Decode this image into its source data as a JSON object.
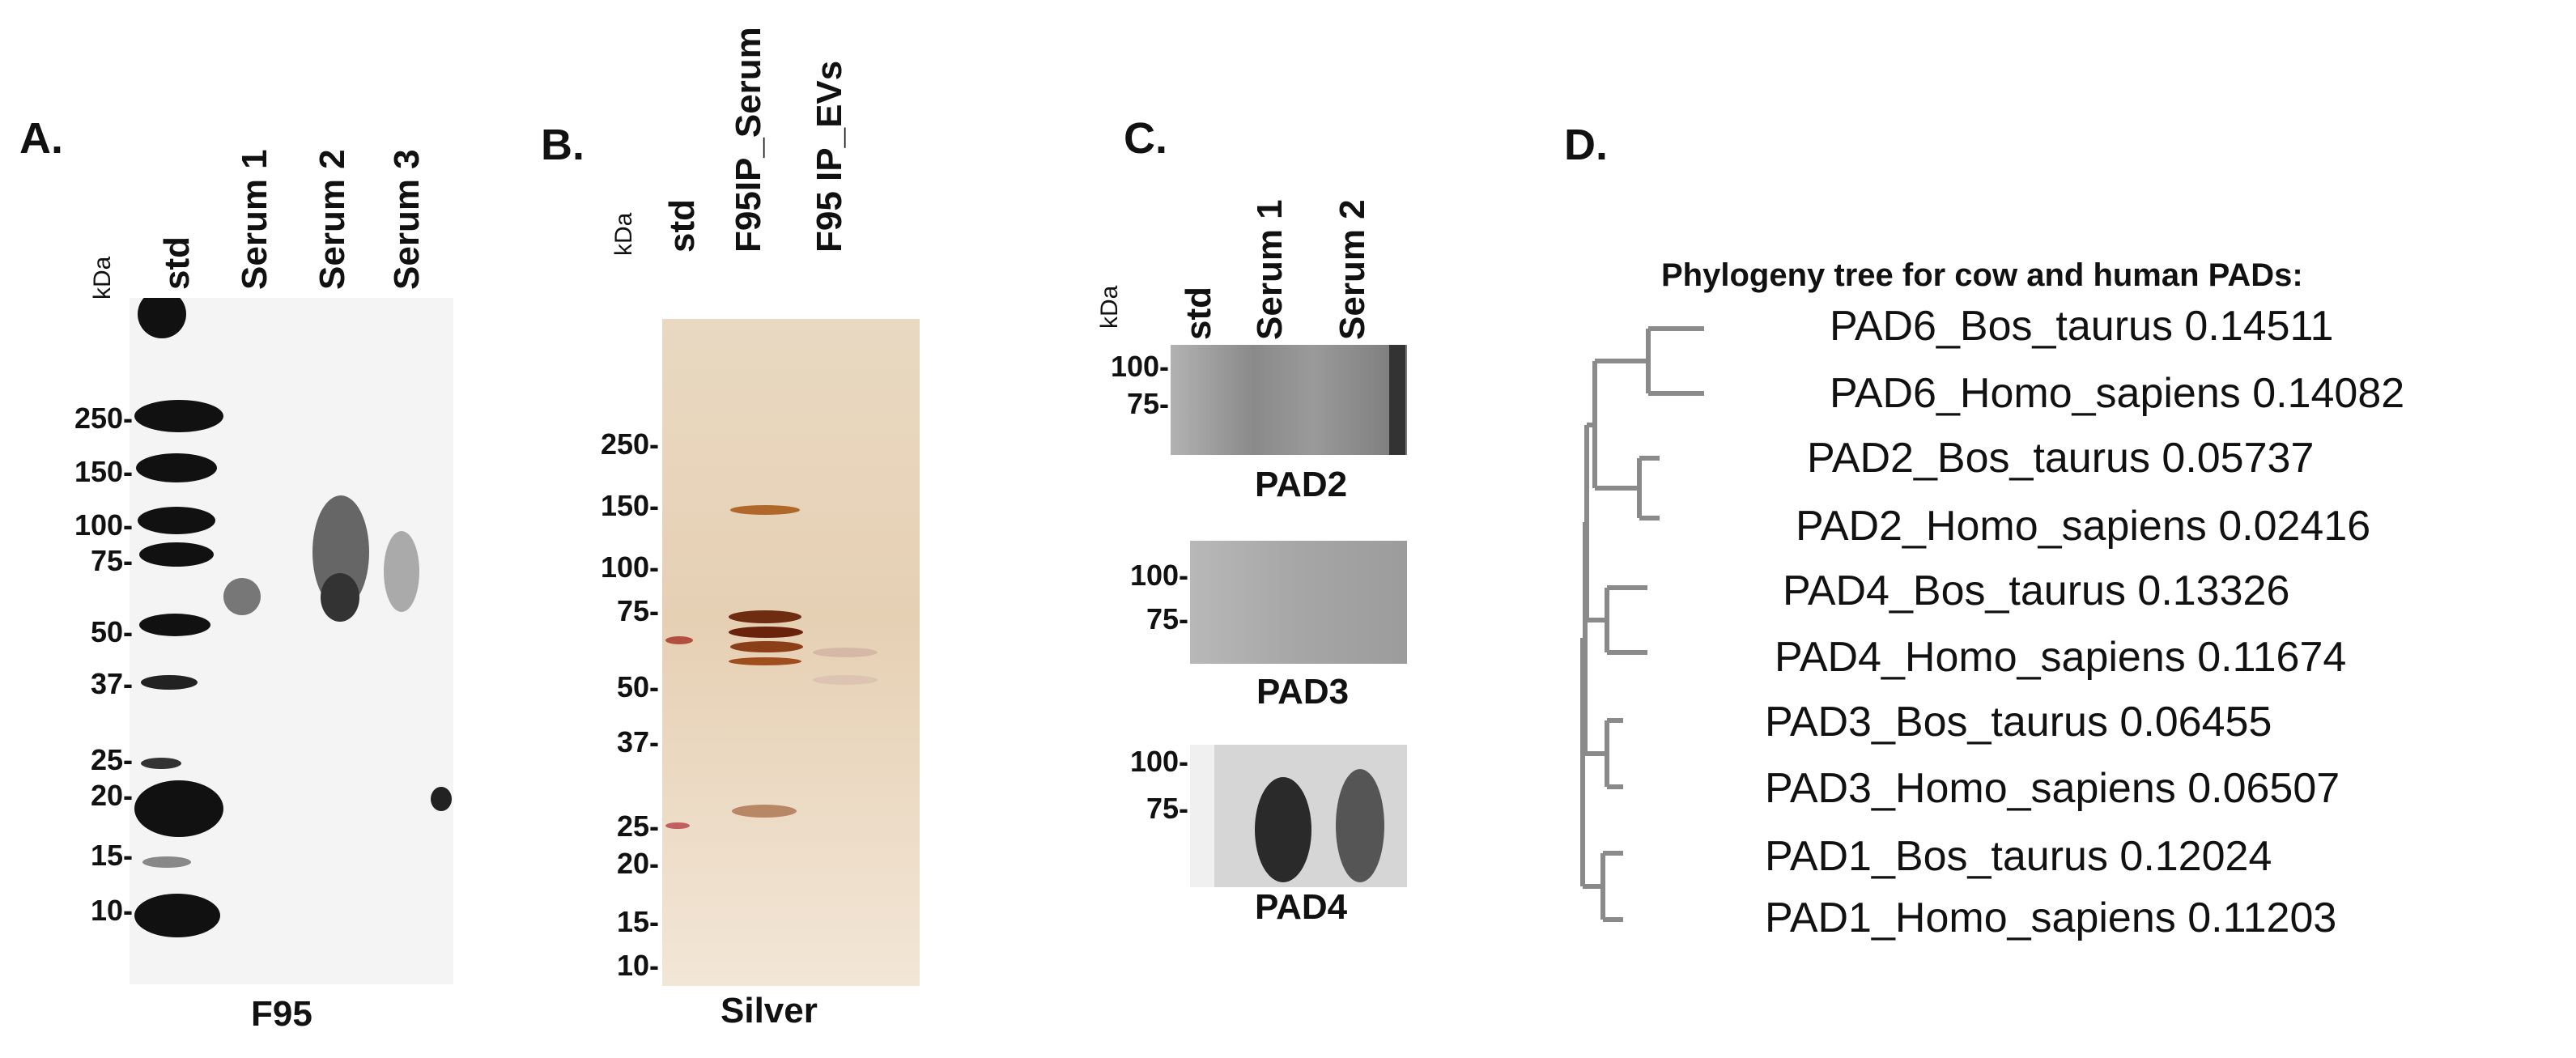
{
  "panelA": {
    "letter": "A.",
    "kda": "kDa",
    "lanes": [
      "std",
      "Serum 1",
      "Serum 2",
      "Serum 3"
    ],
    "markers": [
      "250-",
      "150-",
      "100-",
      "75-",
      "50-",
      "37-",
      "25-",
      "20-",
      "15-",
      "10-"
    ],
    "caption": "F95"
  },
  "panelB": {
    "letter": "B.",
    "kda": "kDa",
    "lanes": [
      "std",
      "F95IP_Serum",
      "F95 IP_EVs"
    ],
    "markers": [
      "250-",
      "150-",
      "100-",
      "75-",
      "50-",
      "37-",
      "25-",
      "20-",
      "15-",
      "10-"
    ],
    "caption": "Silver"
  },
  "panelC": {
    "letter": "C.",
    "kda": "kDa",
    "lanes": [
      "std",
      "Serum 1",
      "Serum 2"
    ],
    "blots": [
      {
        "markers": [
          "100-",
          "75-"
        ],
        "caption": "PAD2"
      },
      {
        "markers": [
          "100-",
          "75-"
        ],
        "caption": "PAD3"
      },
      {
        "markers": [
          "100-",
          "75-"
        ],
        "caption": "PAD4"
      }
    ]
  },
  "panelD": {
    "letter": "D.",
    "title": "Phylogeny tree for cow and human PADs:",
    "leaves": [
      "PAD6_Bos_taurus 0.14511",
      "PAD6_Homo_sapiens 0.14082",
      "PAD2_Bos_taurus 0.05737",
      "PAD2_Homo_sapiens 0.02416",
      "PAD4_Bos_taurus 0.13326",
      "PAD4_Homo_sapiens 0.11674",
      "PAD3_Bos_taurus 0.06455",
      "PAD3_Homo_sapiens 0.06507",
      "PAD1_Bos_taurus 0.12024",
      "PAD1_Homo_sapiens 0.11203"
    ],
    "tree_color": "#8a8a8a"
  }
}
